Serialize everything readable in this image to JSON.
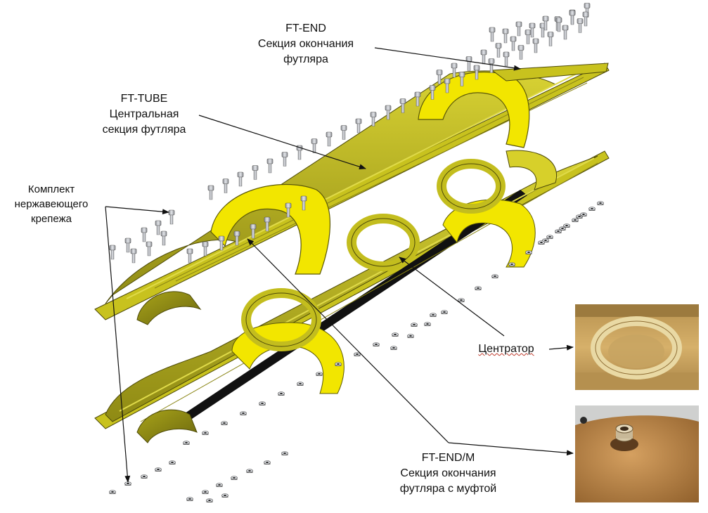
{
  "labels": {
    "ft_end": {
      "code": "FT-END",
      "line1": "Секция окончания",
      "line2": "футляра"
    },
    "ft_tube": {
      "code": "FT-TUBE",
      "line1": "Центральная",
      "line2": "секция футляра"
    },
    "fasteners": {
      "line1": "Комплект",
      "line2": "нержавеющего",
      "line3": "крепежа"
    },
    "centrator": {
      "text": "Центратор"
    },
    "ft_end_m": {
      "code": "FT-END/M",
      "line1": "Секция окончания",
      "line2": "футляра с муфтой"
    }
  },
  "colors": {
    "shell_yellow": "#c8c21e",
    "flange_yellow": "#f2e600",
    "shadow_olive": "#6e6a10",
    "bolt_grey": "#b9bcc2",
    "photo_tan": "#c9a35a"
  },
  "icons": [
    "bolt-icon",
    "nut-icon",
    "arrow-icon"
  ]
}
